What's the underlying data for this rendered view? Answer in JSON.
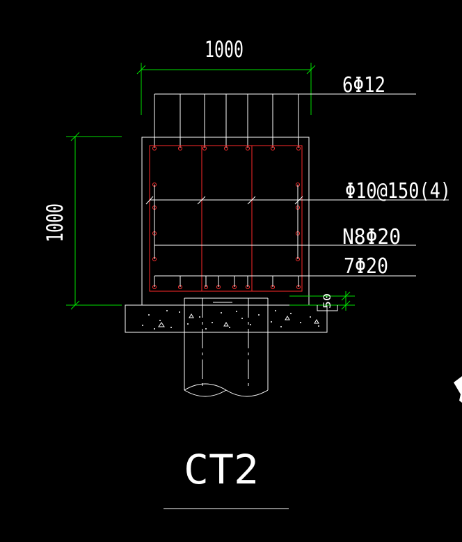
{
  "dimensions": {
    "top_width": "1000",
    "left_height": "1000",
    "right_small": "50"
  },
  "rebar_labels": {
    "top_bars": "6Φ12",
    "stirrups": "Φ10@150(4)",
    "side_bars": "N8Φ20",
    "bottom_bars": "7Φ20"
  },
  "title": "CT2",
  "colors": {
    "background": "#000000",
    "outline": "#ffffff",
    "rebar": "#ff2a2a",
    "dimension": "#00e000",
    "bar_dot": "#ff3030"
  }
}
